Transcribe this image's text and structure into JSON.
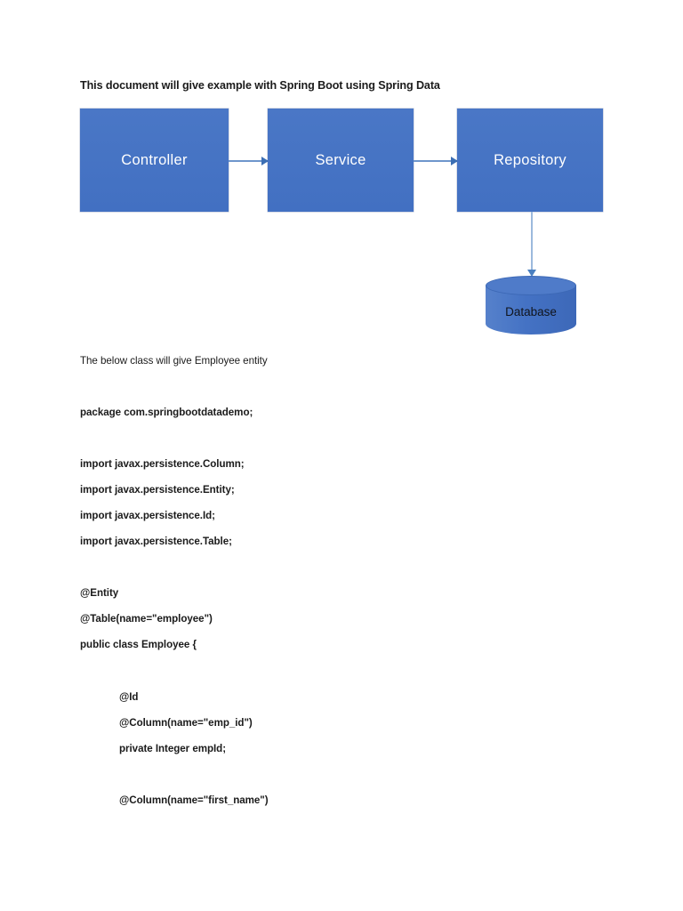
{
  "document": {
    "heading": "This document will give example with Spring Boot using Spring Data",
    "intro_line": "The below class will give Employee entity"
  },
  "diagram": {
    "type": "flow",
    "accent_color": "#4472c4",
    "arrow_color": "#6e96cc",
    "nodes": [
      {
        "id": "controller",
        "label": "Controller",
        "shape": "rectangle"
      },
      {
        "id": "service",
        "label": "Service",
        "shape": "rectangle"
      },
      {
        "id": "repository",
        "label": "Repository",
        "shape": "rectangle"
      },
      {
        "id": "database",
        "label": "Database",
        "shape": "cylinder"
      }
    ],
    "edges": [
      {
        "from": "controller",
        "to": "service",
        "direction": "right"
      },
      {
        "from": "service",
        "to": "repository",
        "direction": "right"
      },
      {
        "from": "repository",
        "to": "database",
        "direction": "down"
      }
    ]
  },
  "code": {
    "lines": [
      {
        "text": "package com.springbootdatademo;",
        "indent": 0,
        "weight": "bold"
      },
      {
        "text": "import javax.persistence.Column;",
        "indent": 0,
        "weight": "bold"
      },
      {
        "text": "import javax.persistence.Entity;",
        "indent": 0,
        "weight": "bold"
      },
      {
        "text": "import javax.persistence.Id;",
        "indent": 0,
        "weight": "bold"
      },
      {
        "text": "import javax.persistence.Table;",
        "indent": 0,
        "weight": "bold"
      },
      {
        "text": "@Entity",
        "indent": 0,
        "weight": "bold"
      },
      {
        "text": "@Table(name=\"employee\")",
        "indent": 0,
        "weight": "bold"
      },
      {
        "text": "public class Employee {",
        "indent": 0,
        "weight": "bold"
      },
      {
        "text": "@Id",
        "indent": 1,
        "weight": "bold"
      },
      {
        "text": "@Column(name=\"emp_id\")",
        "indent": 1,
        "weight": "bold"
      },
      {
        "text": "private Integer empId;",
        "indent": 1,
        "weight": "bold"
      },
      {
        "text": "@Column(name=\"first_name\")",
        "indent": 1,
        "weight": "bold"
      }
    ]
  }
}
